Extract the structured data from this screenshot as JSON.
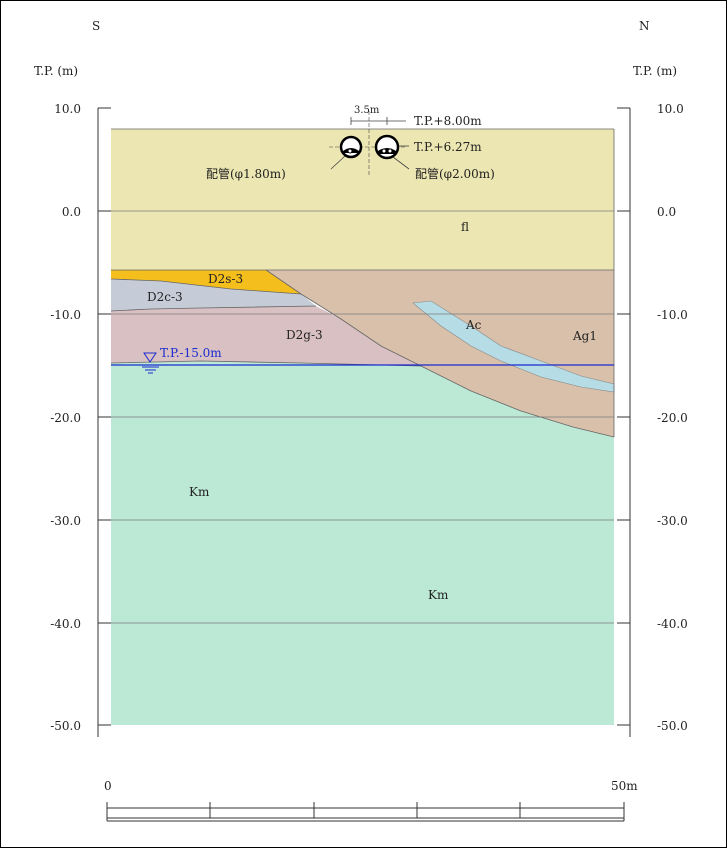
{
  "compass": {
    "left": "S",
    "right": "N"
  },
  "axis": {
    "unit_label": "T.P. (m)",
    "ticks": [
      {
        "label": "10.0"
      },
      {
        "label": "0.0"
      },
      {
        "label": "-10.0"
      },
      {
        "label": "-20.0"
      },
      {
        "label": "-30.0"
      },
      {
        "label": "-40.0"
      },
      {
        "label": "-50.0"
      }
    ]
  },
  "layers": {
    "fill": {
      "label": "fl",
      "color": "#ece6b2"
    },
    "d2s3": {
      "label": "D2s-3",
      "color": "#f4be1c"
    },
    "d2c3": {
      "label": "D2c-3",
      "color": "#c6ccd7"
    },
    "d2g3": {
      "label": "D2g-3",
      "color": "#d9c0c3"
    },
    "ag1": {
      "label": "Ag1",
      "color": "#d8c0aa"
    },
    "ac": {
      "label": "Ac",
      "color": "#b6dde5"
    },
    "km": {
      "label": "Km",
      "label_2": "Km",
      "color": "#bce8d6"
    }
  },
  "water_table": {
    "label": "T.P.-15.0m",
    "color": "#1a2bd0"
  },
  "pipes": {
    "spacing_label": "3.5m",
    "top_label": "T.P.+8.00m",
    "center_label": "T.P.+6.27m",
    "left_label": "配管(φ1.80m)",
    "right_label": "配管(φ2.00m)"
  },
  "scale_bar": {
    "start": "0",
    "end": "50m"
  }
}
